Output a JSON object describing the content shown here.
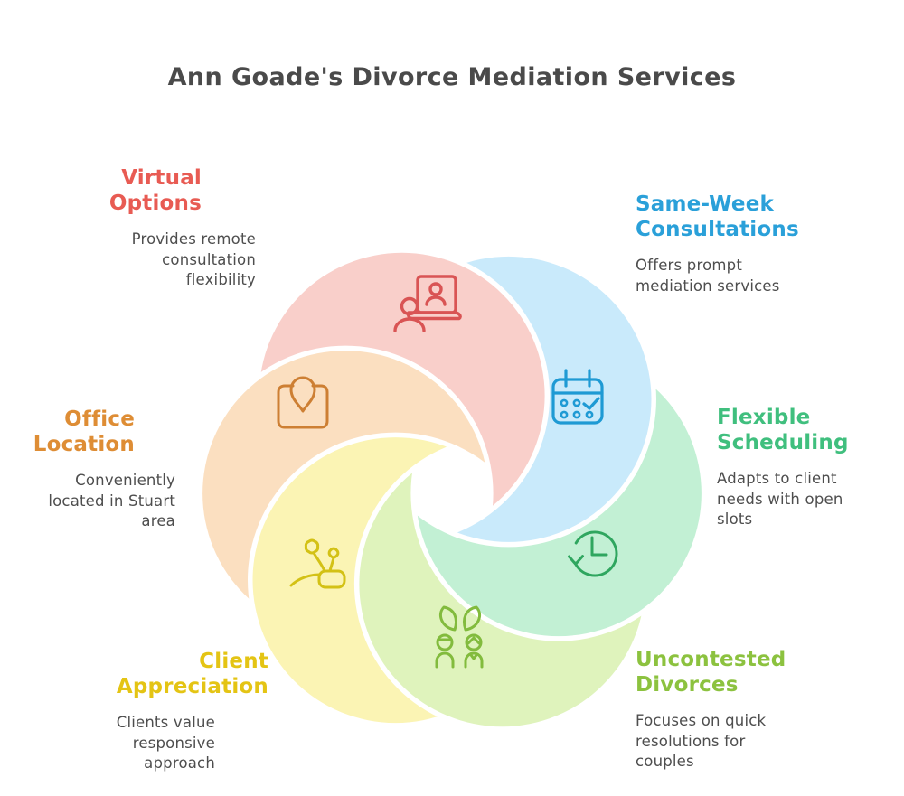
{
  "title": "Ann Goade's Divorce Mediation Services",
  "text_color": "#4e4e4e",
  "segments": [
    {
      "id": "virtual-options",
      "heading": "Virtual\nOptions",
      "description": "Provides remote\nconsultation\nflexibility",
      "color": "#e85b53",
      "petal_fill": "#f9cfca",
      "icon": "video-call-icon",
      "icon_color": "#d95454"
    },
    {
      "id": "same-week-consultations",
      "heading": "Same-Week\nConsultations",
      "description": "Offers prompt\nmediation services",
      "color": "#2aa0d9",
      "petal_fill": "#c9eafb",
      "icon": "calendar-check-icon",
      "icon_color": "#1e9ad4"
    },
    {
      "id": "flexible-scheduling",
      "heading": "Flexible\nScheduling",
      "description": "Adapts to client\nneeds with open\nslots",
      "color": "#40bf7e",
      "petal_fill": "#c2f0d4",
      "icon": "history-clock-icon",
      "icon_color": "#2fa65f"
    },
    {
      "id": "uncontested-divorces",
      "heading": "Uncontested\nDivorces",
      "description": "Focuses on quick\nresolutions for\ncouples",
      "color": "#8cc23f",
      "petal_fill": "#dff3bc",
      "icon": "couple-icon",
      "icon_color": "#82bb3d"
    },
    {
      "id": "client-appreciation",
      "heading": "Client\nAppreciation",
      "description": "Clients value\nresponsive\napproach",
      "color": "#e4c414",
      "petal_fill": "#fbf4b4",
      "icon": "flowers-icon",
      "icon_color": "#d3c115"
    },
    {
      "id": "office-location",
      "heading": "Office\nLocation",
      "description": "Conveniently\nlocated in Stuart\narea",
      "color": "#de8d35",
      "petal_fill": "#fbdfc0",
      "icon": "location-bag-icon",
      "icon_color": "#cd7f33"
    }
  ]
}
